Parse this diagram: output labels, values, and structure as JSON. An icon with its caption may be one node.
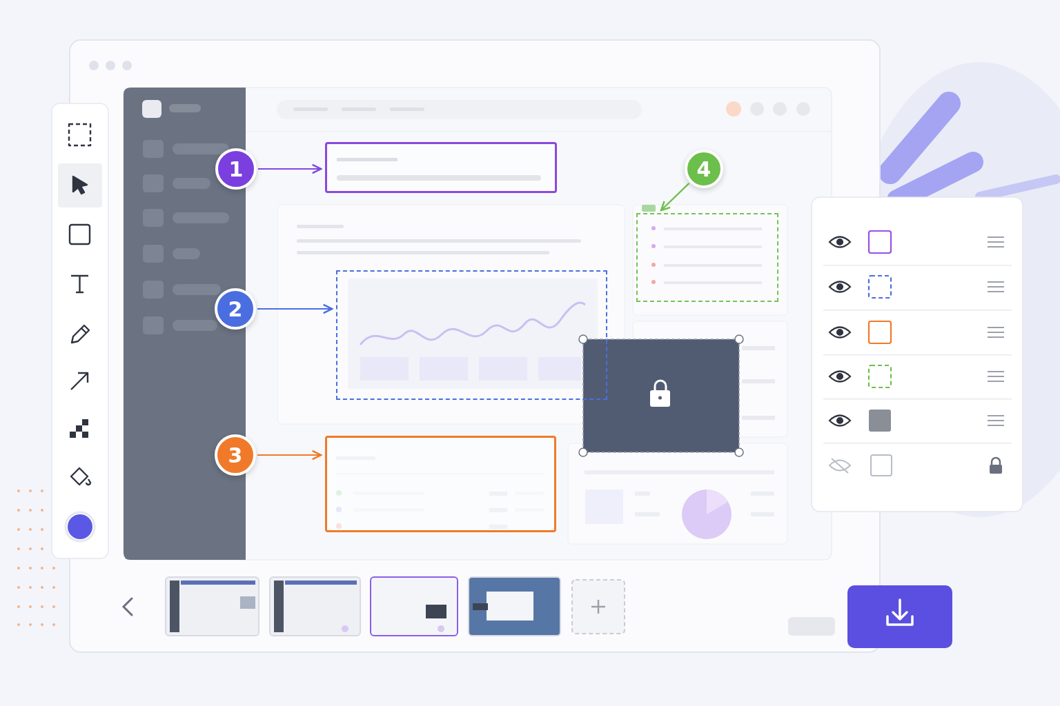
{
  "diagram": {
    "nodes": [
      {
        "text": [
          "1"
        ]
      },
      {
        "text": [],
        "shape": "box"
      },
      {
        "text": [
          "4"
        ]
      },
      {
        "text": [],
        "shape": "box"
      },
      {
        "text": [
          "2"
        ]
      },
      {
        "text": [],
        "shape": "box"
      },
      {
        "text": [
          "3"
        ]
      },
      {
        "text": [],
        "shape": "box"
      }
    ],
    "edges": [
      {
        "from": 0,
        "to": 1,
        "arrow": "to",
        "color": "#8048e0"
      },
      {
        "from": 2,
        "to": 3,
        "arrow": "to",
        "color": "#6cbf4a"
      },
      {
        "from": 4,
        "to": 5,
        "arrow": "to",
        "color": "#4a6ee0"
      },
      {
        "from": 6,
        "to": 7,
        "arrow": "to",
        "color": "#f07a2a"
      }
    ]
  }
}
